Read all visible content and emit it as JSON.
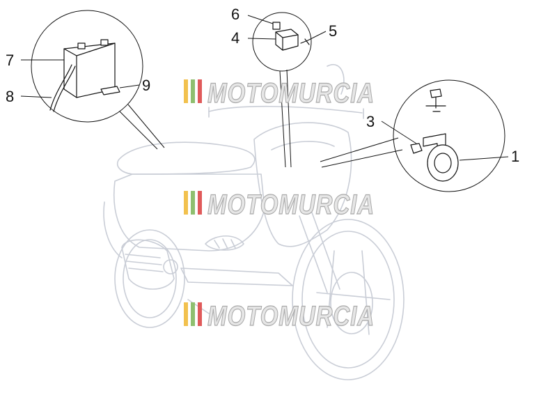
{
  "watermark": {
    "text": "MOTOMURCIA",
    "stripe_colors": [
      "#f2c14e",
      "#8fbf6f",
      "#e05a5a"
    ]
  },
  "callouts": {
    "part_1": "1",
    "part_3": "3",
    "part_4": "4",
    "part_5": "5",
    "part_6": "6",
    "part_7": "7",
    "part_8": "8",
    "part_9": "9"
  },
  "colors": {
    "ink": "#111111",
    "faint_line": "#c9cdd6",
    "background": "#ffffff"
  }
}
